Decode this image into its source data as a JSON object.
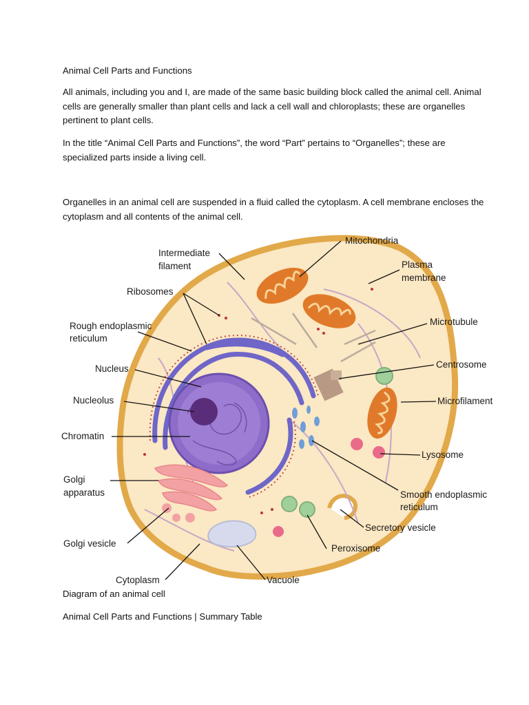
{
  "document": {
    "title": "Animal Cell Parts and Functions",
    "paragraphs": [
      "All animals, including you and I, are made of the same basic building block called the animal cell. Animal cells are generally smaller than plant cells and lack a cell wall and chloroplasts; these are organelles pertinent to plant cells.",
      "In the title “Animal Cell Parts and Functions”, the word “Part” pertains to “Organelles”; these are specialized parts inside a living cell.",
      "Organelles in an animal cell are suspended in a fluid called the cytoplasm. A cell membrane encloses the cytoplasm and all contents of the animal cell."
    ],
    "caption": "Diagram of an animal cell",
    "summary_heading": "Animal Cell Parts and Functions | Summary Table"
  },
  "diagram": {
    "labels": {
      "mitochondria": "Mitochondria",
      "intermediate_filament_1": "Intermediate",
      "intermediate_filament_2": "filament",
      "plasma_membrane_1": "Plasma",
      "plasma_membrane_2": "membrane",
      "ribosomes": "Ribosomes",
      "rough_er_1": "Rough endoplasmic",
      "rough_er_2": "reticulum",
      "microtubule": "Microtubule",
      "nucleus": "Nucleus",
      "centrosome": "Centrosome",
      "nucleolus": "Nucleolus",
      "microfilament": "Microfilament",
      "chromatin": "Chromatin",
      "lysosome": "Lysosome",
      "golgi_apparatus_1": "Golgi",
      "golgi_apparatus_2": "apparatus",
      "smooth_er_1": "Smooth endoplasmic",
      "smooth_er_2": "reticulum",
      "secretory_vesicle": "Secretory vesicle",
      "golgi_vesicle": "Golgi vesicle",
      "peroxisome": "Peroxisome",
      "cytoplasm": "Cytoplasm",
      "vacuole": "Vacuole"
    },
    "colors": {
      "membrane": "#e2a94a",
      "cytoplasm": "#fbe8c4",
      "nucleus": "#8e6cc9",
      "er": "#6f66c8",
      "mitochondria": "#e07a2a",
      "golgi": "#f3a2a4",
      "lysosome": "#e96b8a",
      "vesicle": "#9fcf9b",
      "vacuole": "#d6daec"
    }
  }
}
